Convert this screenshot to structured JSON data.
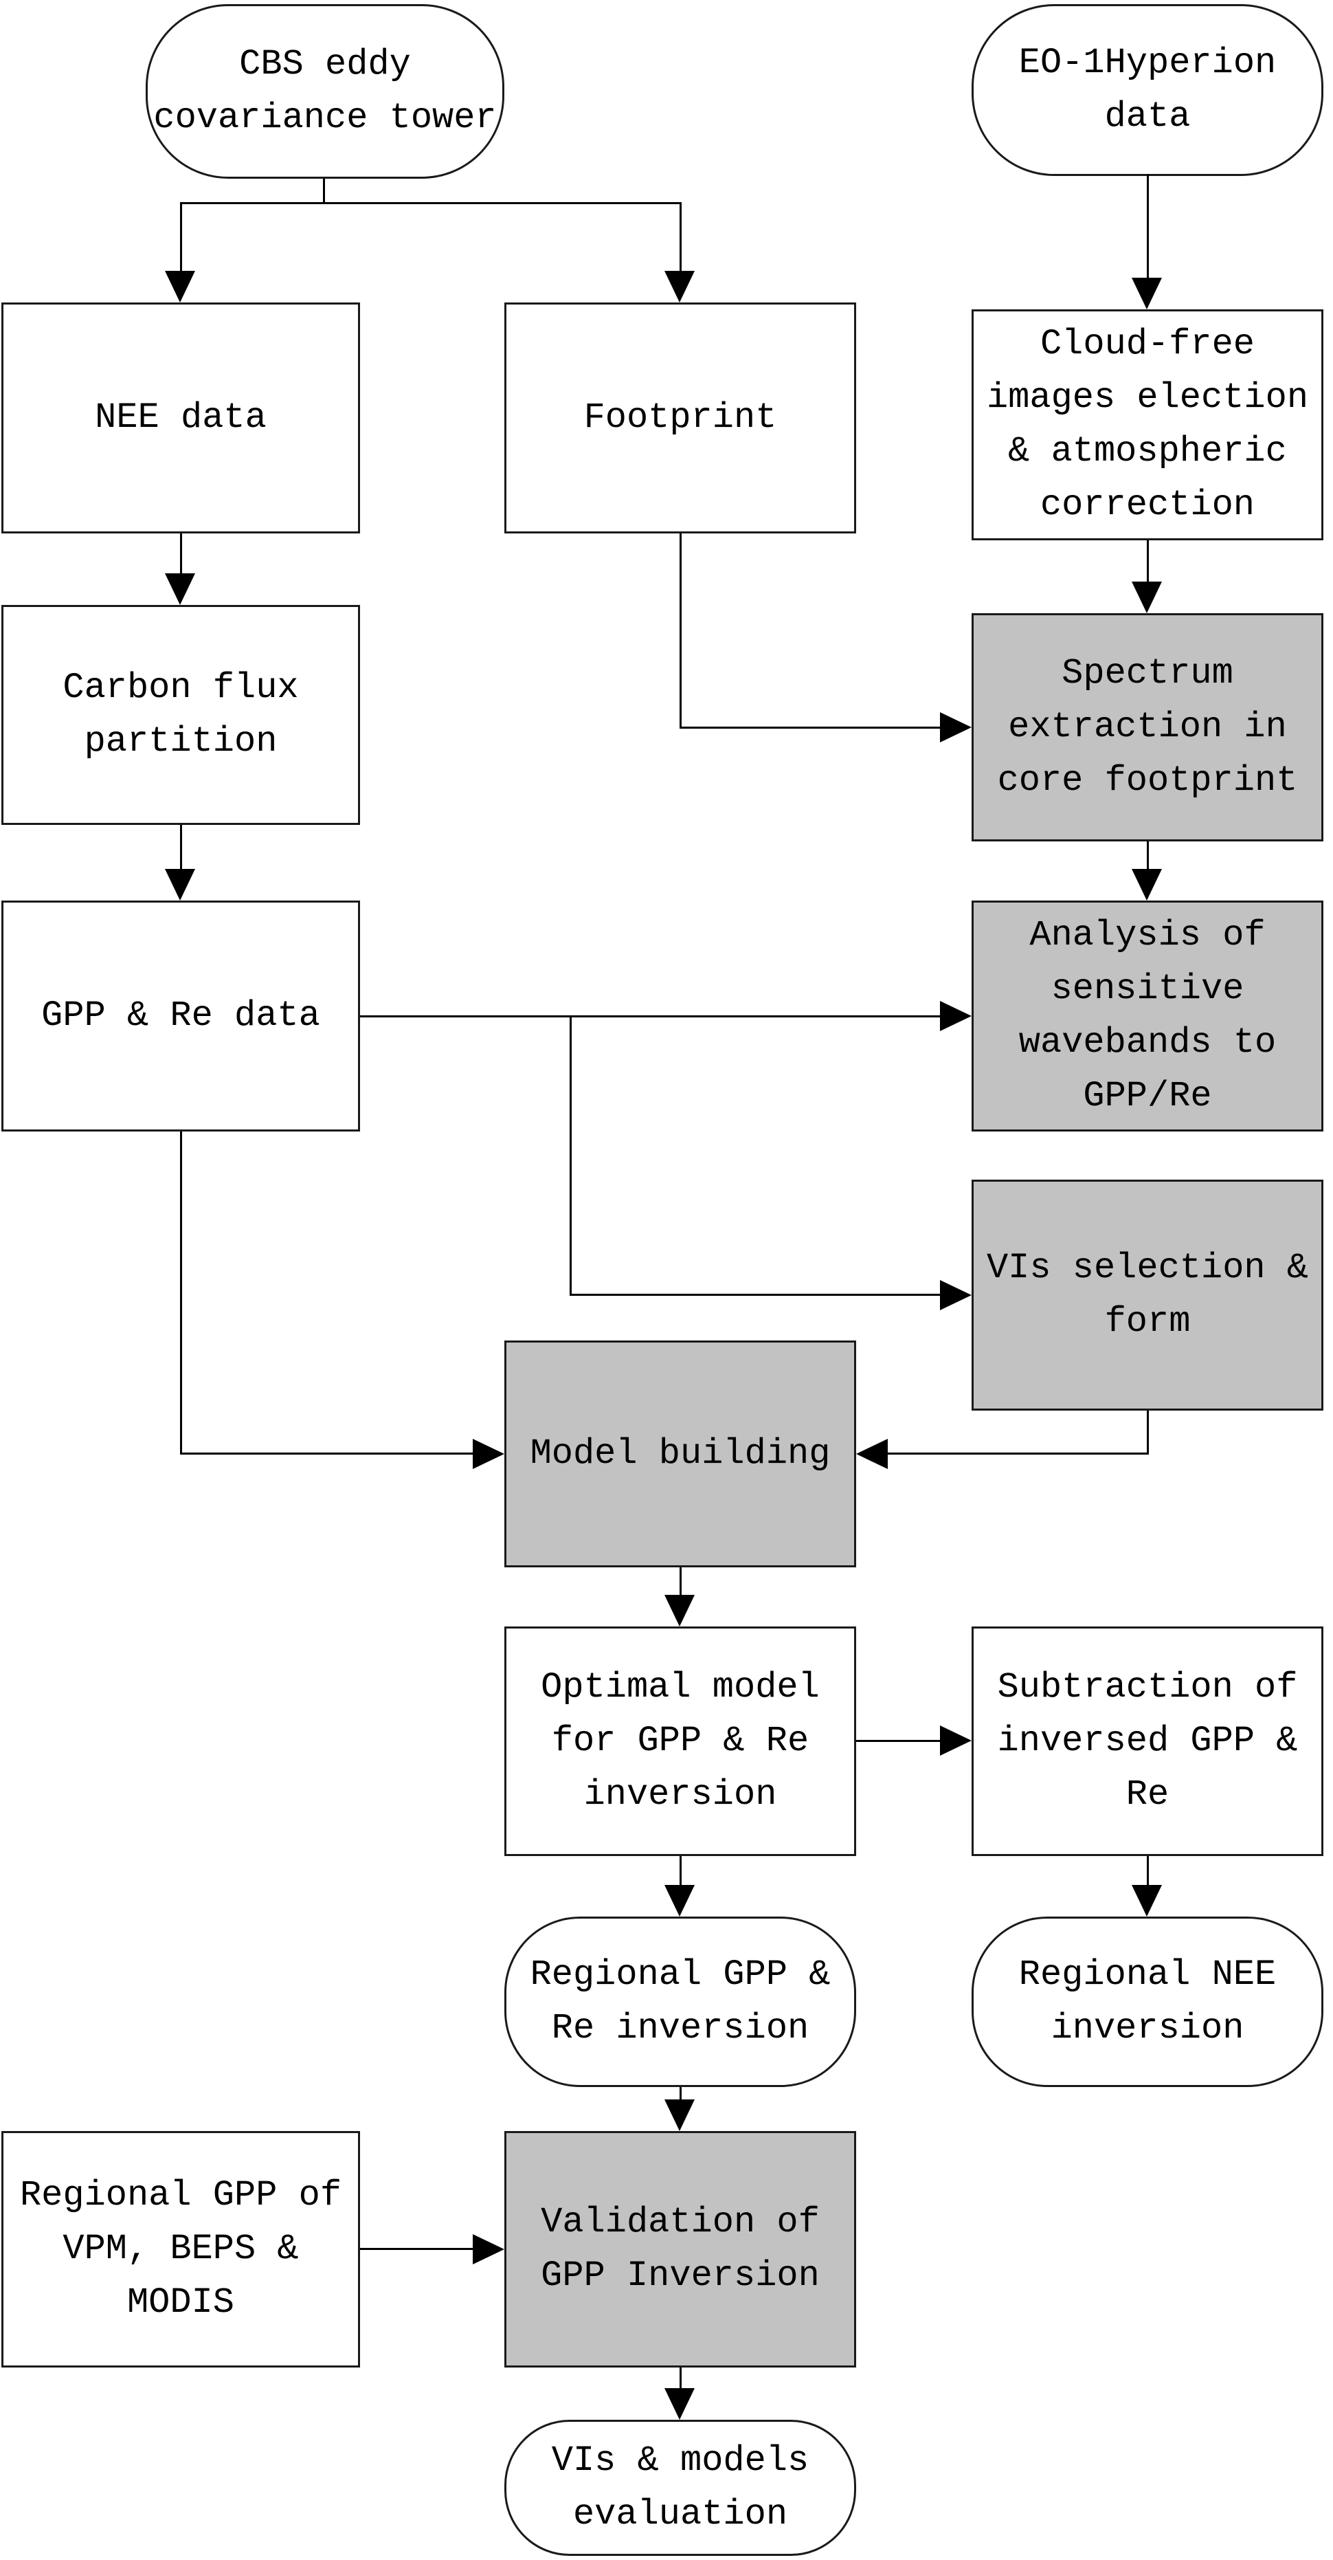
{
  "diagram": {
    "colors": {
      "highlight_fill": "#c2c2c2",
      "node_fill": "#ffffff",
      "stroke": "#1a1a1a",
      "arrow": "#000000"
    },
    "nodes": {
      "cbs_tower": {
        "label": "CBS eddy\ncovariance tower",
        "shape": "rounded",
        "highlighted": false
      },
      "eo1_data": {
        "label": "EO-1Hyperion\ndata",
        "shape": "rounded",
        "highlighted": false
      },
      "nee_data": {
        "label": "NEE data",
        "shape": "rect",
        "highlighted": false
      },
      "footprint": {
        "label": "Footprint",
        "shape": "rect",
        "highlighted": false
      },
      "cloud_free": {
        "label": "Cloud-free\nimages election\n& atmospheric\ncorrection",
        "shape": "rect",
        "highlighted": false
      },
      "carbon_flux": {
        "label": "Carbon flux\npartition",
        "shape": "rect",
        "highlighted": false
      },
      "spectrum_extraction": {
        "label": "Spectrum\nextraction in\ncore footprint",
        "shape": "rect",
        "highlighted": true
      },
      "gpp_re_data": {
        "label": "GPP & Re data",
        "shape": "rect",
        "highlighted": false
      },
      "sensitive_wavebands": {
        "label": "Analysis of\nsensitive\nwavebands to\nGPP/Re",
        "shape": "rect",
        "highlighted": true
      },
      "vis_selection": {
        "label": "VIs selection &\nform",
        "shape": "rect",
        "highlighted": true
      },
      "model_building": {
        "label": "Model building",
        "shape": "rect",
        "highlighted": true
      },
      "optimal_model": {
        "label": "Optimal model\nfor GPP & Re\ninversion",
        "shape": "rect",
        "highlighted": false
      },
      "subtraction": {
        "label": "Subtraction of\ninversed GPP &\nRe",
        "shape": "rect",
        "highlighted": false
      },
      "regional_gpp_re": {
        "label": "Regional GPP &\nRe inversion",
        "shape": "rounded",
        "highlighted": false
      },
      "regional_nee": {
        "label": "Regional NEE\ninversion",
        "shape": "rounded",
        "highlighted": false
      },
      "vpm_beps_modis": {
        "label": "Regional GPP of\nVPM, BEPS &\nMODIS",
        "shape": "rect",
        "highlighted": false
      },
      "validation": {
        "label": "Validation of\nGPP Inversion",
        "shape": "rect",
        "highlighted": true
      },
      "vis_models_eval": {
        "label": "VIs & models\nevaluation",
        "shape": "rounded",
        "highlighted": false
      }
    }
  }
}
